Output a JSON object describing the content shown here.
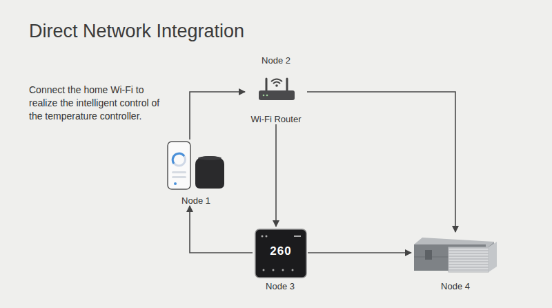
{
  "diagram": {
    "title": "Direct Network Integration",
    "nodes": [
      {
        "text": [
          "Node 1"
        ]
      },
      {
        "text": [
          "Node 2",
          "Wi-Fi Router"
        ]
      },
      {
        "text": [
          "Node 3"
        ]
      },
      {
        "text": [
          "Node 4"
        ]
      }
    ],
    "edges": [
      {
        "from": 0,
        "to": 1,
        "arrow": "to"
      },
      {
        "from": 1,
        "to": 2,
        "arrow": "to"
      },
      {
        "from": 1,
        "to": 3,
        "arrow": "to"
      },
      {
        "from": 2,
        "to": 0,
        "arrow": "to"
      },
      {
        "from": 2,
        "to": 3,
        "arrow": "to"
      }
    ],
    "labels": [
      "Connect the home Wi-Fi to realize the intelligent control of the temperature controller.",
      "260"
    ]
  }
}
